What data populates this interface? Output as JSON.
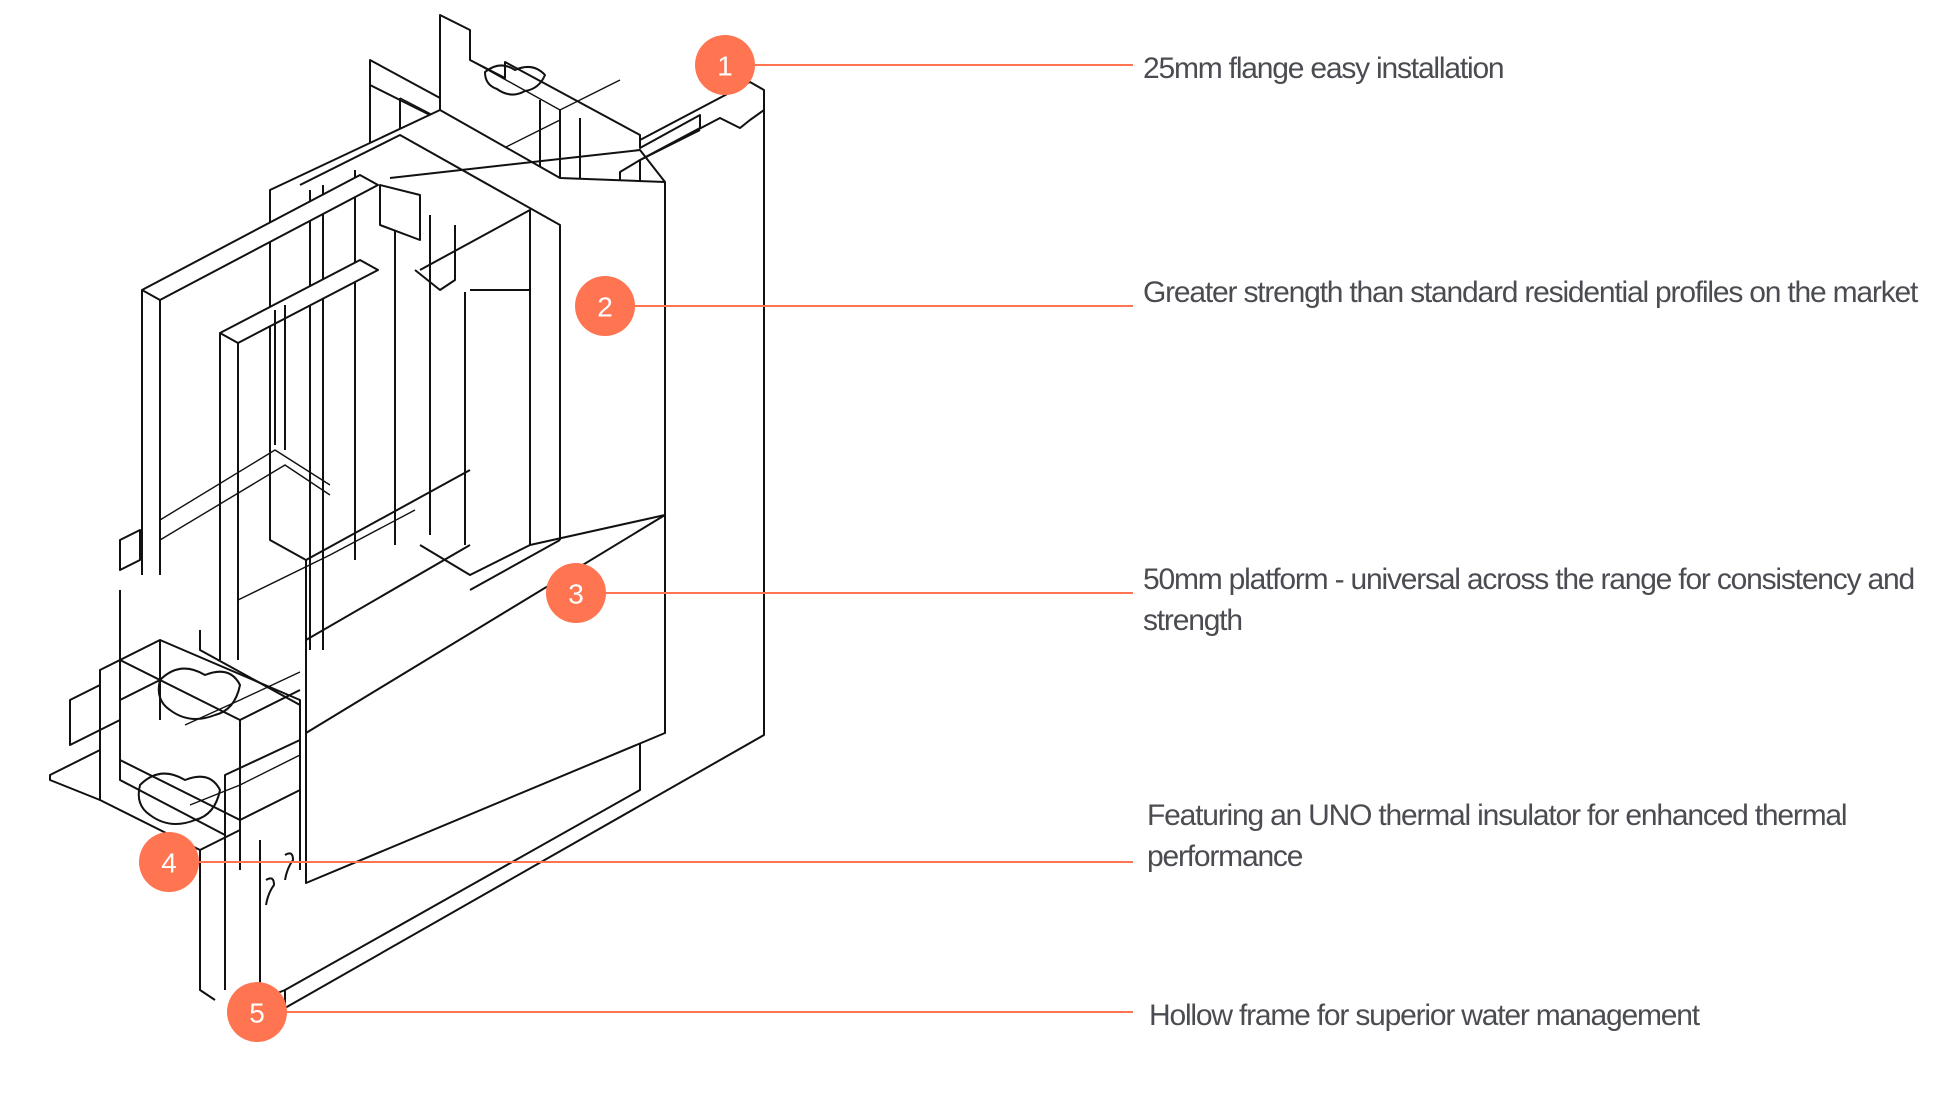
{
  "title": "Window frame profile features",
  "accent_color": "#ff7451",
  "text_color": "#4a4c52",
  "diagram": {
    "subject": "isometric cutaway of aluminium window frame profile",
    "icon": "window-profile-cross-section"
  },
  "callouts": [
    {
      "number": "1",
      "text": "25mm flange easy installation"
    },
    {
      "number": "2",
      "text": "Greater strength than standard residential profiles on the market"
    },
    {
      "number": "3",
      "text": "50mm platform - universal across the range for consistency and strength"
    },
    {
      "number": "4",
      "text": "Featuring an UNO thermal insulator for enhanced thermal performance"
    },
    {
      "number": "5",
      "text": "Hollow frame for superior water management"
    }
  ]
}
